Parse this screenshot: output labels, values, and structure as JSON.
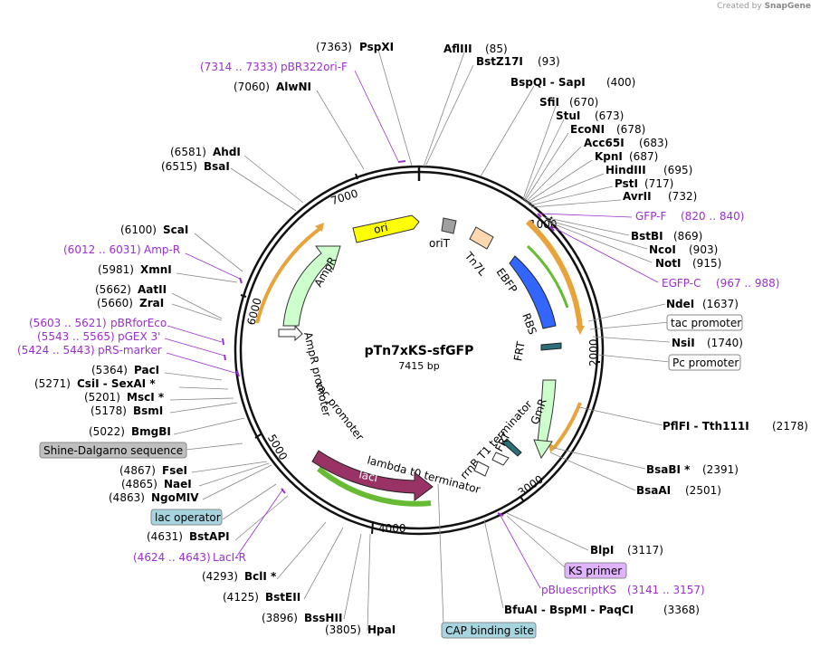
{
  "credit": {
    "prefix": "Created by",
    "brand": "SnapGene"
  },
  "plasmid": {
    "name": "pTn7xKS-sfGFP",
    "length": "7415 bp"
  },
  "ticks": [
    "1000",
    "2000",
    "3000",
    "4000",
    "5000",
    "6000",
    "7000"
  ],
  "features": {
    "ori": "ori",
    "oriT": "oriT",
    "tn7l": "Tn7L",
    "ebfp": "EBFP",
    "rbs": "RBS",
    "frt1": "FRT",
    "gmr": "GmR",
    "frt2": "FRT",
    "rrnb": "rrnB T1 terminator",
    "lambda": "lambda t0 terminator",
    "laci": "lacI",
    "tacprom": "tac promoter",
    "ampprom": "AmpR promoter",
    "ampr": "AmpR"
  },
  "sites_left": [
    {
      "num": "(7363)",
      "name": "PspXI"
    },
    {
      "num": "(7314 .. 7333)",
      "name": "pBR322ori-F",
      "primer": true
    },
    {
      "num": "(7060)",
      "name": "AlwNI"
    },
    {
      "num": "(6581)",
      "name": "AhdI"
    },
    {
      "num": "(6515)",
      "name": "BsaI"
    },
    {
      "num": "(6100)",
      "name": "ScaI"
    },
    {
      "num": "(6012 .. 6031)",
      "name": "Amp-R",
      "primer": true
    },
    {
      "num": "(5981)",
      "name": "XmnI"
    },
    {
      "num": "(5662)",
      "name": "AatII"
    },
    {
      "num": "(5660)",
      "name": "ZraI"
    },
    {
      "num": "(5603 .. 5621)",
      "name": "pBRforEco",
      "primer": true
    },
    {
      "num": "(5543 .. 5565)",
      "name": "pGEX 3'",
      "primer": true
    },
    {
      "num": "(5424 .. 5443)",
      "name": "pRS-marker",
      "primer": true
    },
    {
      "num": "(5364)",
      "name": "PacI"
    },
    {
      "num": "(5271)",
      "name": "CsiI  -  SexAI *"
    },
    {
      "num": "(5201)",
      "name": "MscI *"
    },
    {
      "num": "(5178)",
      "name": "BsmI"
    },
    {
      "num": "(5022)",
      "name": "BmgBI"
    },
    {
      "num": "(4867)",
      "name": "FseI"
    },
    {
      "num": "(4865)",
      "name": "NaeI"
    },
    {
      "num": "(4863)",
      "name": "NgoMIV"
    },
    {
      "num": "(4631)",
      "name": "BstAPI"
    },
    {
      "num": "(4624 .. 4643)",
      "name": "LacI-R",
      "primer": true
    },
    {
      "num": "(4293)",
      "name": "BclI *"
    },
    {
      "num": "(4125)",
      "name": "BstEII"
    },
    {
      "num": "(3896)",
      "name": "BssHII"
    },
    {
      "num": "(3805)",
      "name": "HpaI"
    }
  ],
  "sites_right": [
    {
      "name": "AflIII",
      "num": "(85)"
    },
    {
      "name": "BstZ17I",
      "num": "(93)"
    },
    {
      "name": "BspQI  -  SapI",
      "num": "(400)"
    },
    {
      "name": "SfiI",
      "num": "(670)"
    },
    {
      "name": "StuI",
      "num": "(673)"
    },
    {
      "name": "EcoNI",
      "num": "(678)"
    },
    {
      "name": "Acc65I",
      "num": "(683)"
    },
    {
      "name": "KpnI",
      "num": "(687)"
    },
    {
      "name": "HindIII",
      "num": "(695)"
    },
    {
      "name": "PstI",
      "num": "(717)"
    },
    {
      "name": "AvrII",
      "num": "(732)"
    },
    {
      "name": "GFP-F",
      "num": "(820 .. 840)",
      "primer": true
    },
    {
      "name": "BstBI",
      "num": "(869)"
    },
    {
      "name": "NcoI",
      "num": "(903)"
    },
    {
      "name": "NotI",
      "num": "(915)"
    },
    {
      "name": "EGFP-C",
      "num": "(967 .. 988)",
      "primer": true
    },
    {
      "name": "NdeI",
      "num": "(1637)"
    },
    {
      "name": "NsiI",
      "num": "(1740)"
    },
    {
      "name": "PflFI  -  Tth111I",
      "num": "(2178)"
    },
    {
      "name": "BsaBI *",
      "num": "(2391)"
    },
    {
      "name": "BsaAI",
      "num": "(2501)"
    },
    {
      "name": "BlpI",
      "num": "(3117)"
    },
    {
      "name": "pBluescriptKS",
      "num": "(3141 .. 3157)",
      "primer": true
    },
    {
      "name": "BfuAI  -  BspMI  -  PaqCI",
      "num": "(3368)"
    }
  ],
  "boxes": {
    "tac": "tac promoter",
    "pc": "Pc promoter",
    "ks": "KS primer",
    "cap": "CAP binding site",
    "shine": "Shine-Dalgarno sequence",
    "lacop": "lac operator"
  },
  "colors": {
    "ori": "#ffff00",
    "ebfp": "#3366ff",
    "gmr": "#ccffcc",
    "ampr": "#ccffcc",
    "laci": "#993366",
    "primer": "#9b30d0",
    "promoter_green": "#66bb33",
    "gold": "#e8a33a",
    "tn7l": "#ffd8b0",
    "orit": "#a0a0a0"
  }
}
